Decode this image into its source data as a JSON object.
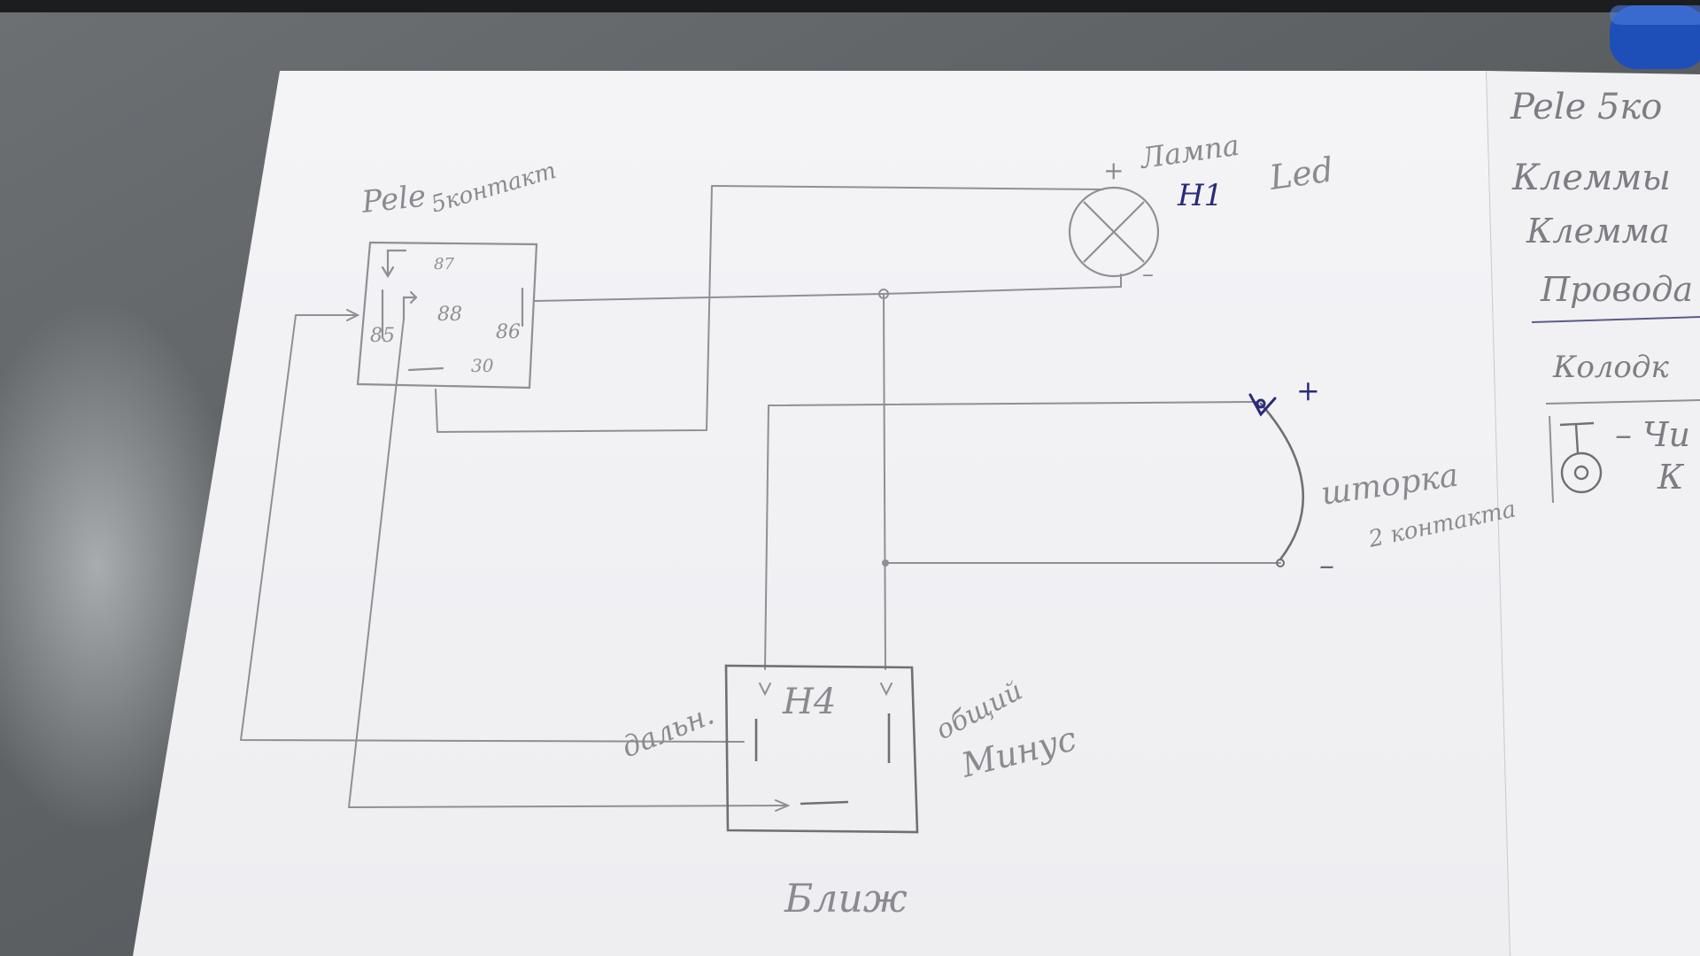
{
  "relay": {
    "title_line1": "Pele",
    "title_line2": "5контакт",
    "pin_87": "87",
    "pin_88": "88",
    "pin_85": "85",
    "pin_86": "86",
    "pin_30": "30"
  },
  "lamp": {
    "plus": "+",
    "minus": "–",
    "label_word": "Лампа",
    "type_code": "H1",
    "type_led": "Led"
  },
  "switch": {
    "plus": "+",
    "minus": "–",
    "label_line1": "шторка",
    "label_line2": "2 контакта"
  },
  "connector": {
    "code": "H4",
    "left_label": "дальн.",
    "right_label_line1": "общий",
    "right_label_line2": "Минус",
    "bottom_label": "Ближ"
  },
  "side_list": {
    "items": [
      "Pele 5ко",
      "Клеммы",
      "Клемма",
      "Провода",
      "Колодк"
    ],
    "key_text_line1": "– Чи",
    "key_text_line2": "К"
  },
  "colors": {
    "paper": "#f4f4f6",
    "pencil": "#8f8f94",
    "pencil_dark": "#6f6f74",
    "ink_blue": "#2a2a7a",
    "desk": "#5f6366",
    "marker_blue": "#1e4fb8"
  }
}
